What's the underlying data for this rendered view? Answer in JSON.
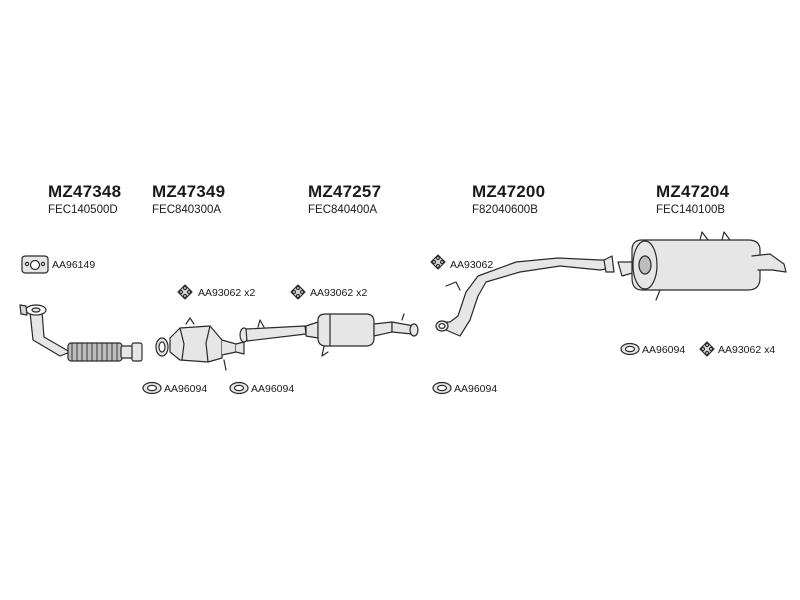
{
  "parts": [
    {
      "code": "MZ47348",
      "ref": "FEC140500D"
    },
    {
      "code": "MZ47349",
      "ref": "FEC840300A"
    },
    {
      "code": "MZ47257",
      "ref": "FEC840400A"
    },
    {
      "code": "MZ47200",
      "ref": "F82040600B"
    },
    {
      "code": "MZ47204",
      "ref": "FEC140100B"
    }
  ],
  "accessories": [
    {
      "label": "AA96149",
      "icon": "flange-gasket-icon"
    },
    {
      "label": "AA93062 x2",
      "icon": "rubber-mount-icon"
    },
    {
      "label": "AA93062 x2",
      "icon": "rubber-mount-icon"
    },
    {
      "label": "AA93062",
      "icon": "rubber-mount-icon"
    },
    {
      "label": "AA96094",
      "icon": "ring-gasket-icon"
    },
    {
      "label": "AA96094",
      "icon": "ring-gasket-icon"
    },
    {
      "label": "AA96094",
      "icon": "ring-gasket-icon"
    },
    {
      "label": "AA96094",
      "icon": "ring-gasket-icon"
    },
    {
      "label": "AA93062 x4",
      "icon": "rubber-mount-icon"
    }
  ],
  "colors": {
    "line": "#2a2a2a",
    "fill": "#e6e6e6",
    "shade": "#bdbdbd"
  }
}
